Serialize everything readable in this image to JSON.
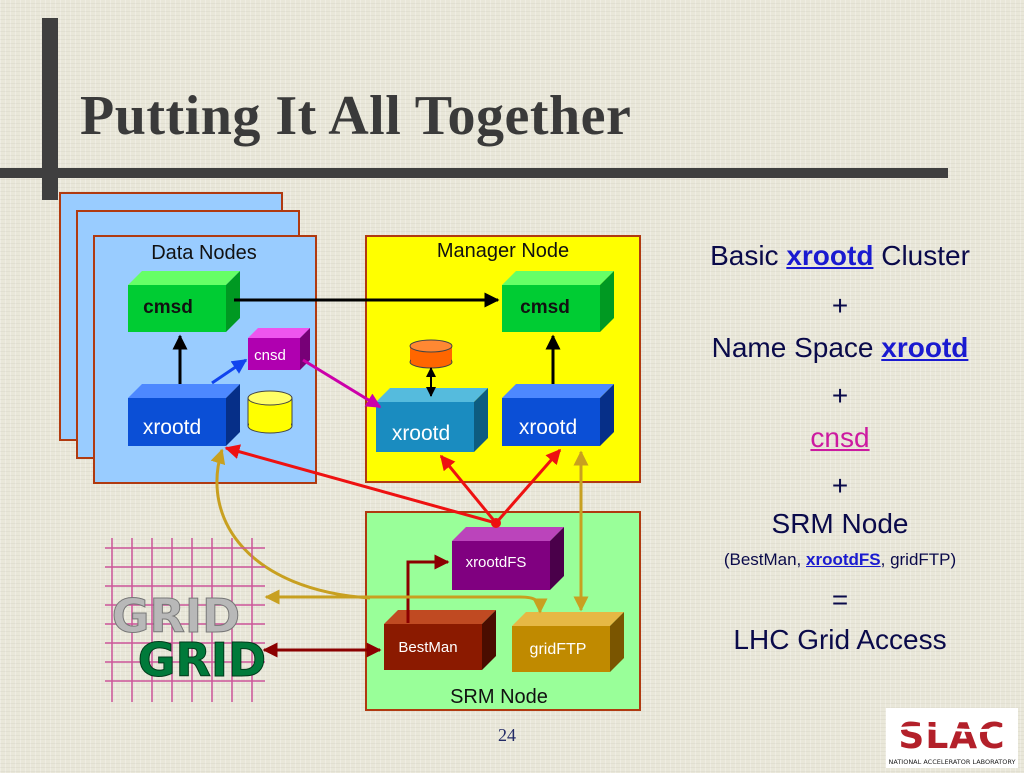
{
  "slide": {
    "title": "Putting It All Together",
    "page_number": "24"
  },
  "diagram": {
    "data_nodes_label": "Data Nodes",
    "manager_node_label": "Manager Node",
    "srm_node_label": "SRM Node",
    "data_cmsd": "cmsd",
    "data_cnsd": "cnsd",
    "data_xrootd": "xrootd",
    "manager_cmsd": "cmsd",
    "manager_xrootd_ns": "xrootd",
    "manager_xrootd": "xrootd",
    "xrootdfs": "xrootdFS",
    "bestman": "BestMan",
    "gridftp": "gridFTP",
    "grid_top": "GRID",
    "grid_bottom": "GRID"
  },
  "summary": {
    "line1_pre": "Basic ",
    "line1_kw": "xrootd",
    "line1_post": " Cluster",
    "plus1": "+",
    "line2_pre": "Name Space ",
    "line2_kw": "xrootd",
    "plus2": "+",
    "line3": "cnsd",
    "plus3": "+",
    "line4": "SRM Node",
    "line5_pre": "(BestMan, ",
    "line5_kw": "xrootdFS",
    "line5_post": ", gridFTP)",
    "equals": "=",
    "line6": "LHC Grid Access"
  },
  "logo": {
    "text": "SLAC",
    "subtext": "NATIONAL ACCELERATOR LABORATORY"
  },
  "colors": {
    "data_node_bg": "#99ccff",
    "manager_node_bg": "#ffff00",
    "srm_node_bg": "#99ff99",
    "panel_border": "#b03a10",
    "cmsd": "#00cc33",
    "xrootd": "#0b4fd6",
    "xrootd_ns": "#1a8cc0",
    "cnsd": "#b000b0",
    "xrootdfs": "#800080",
    "bestman": "#8b1a00",
    "gridftp": "#c08a00",
    "logo_red": "#b3202a"
  }
}
